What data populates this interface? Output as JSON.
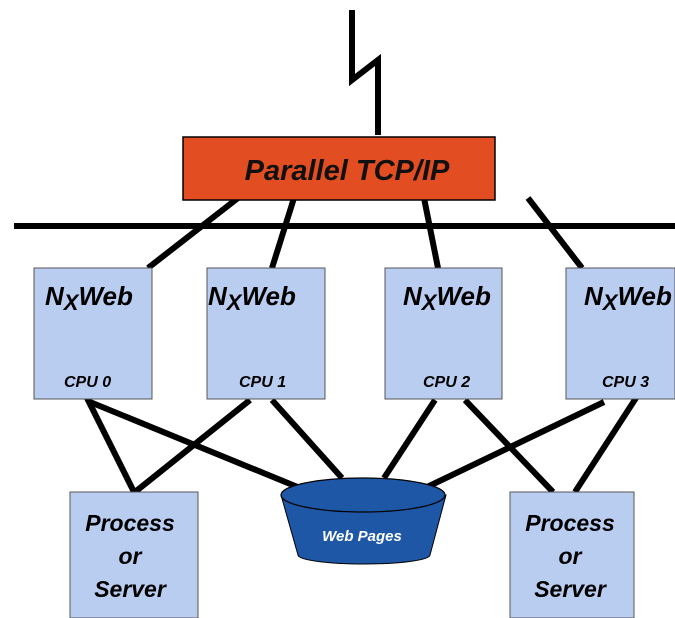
{
  "tcp": {
    "label": "Parallel TCP/IP"
  },
  "nodes": [
    {
      "title_main": "N",
      "title_sub": "X",
      "title_rest": "Web",
      "cpu": "CPU 0"
    },
    {
      "title_main": "N",
      "title_sub": "X",
      "title_rest": "Web",
      "cpu": "CPU 1"
    },
    {
      "title_main": "N",
      "title_sub": "X",
      "title_rest": "Web",
      "cpu": "CPU 2"
    },
    {
      "title_main": "N",
      "title_sub": "X",
      "title_rest": "Web",
      "cpu": "CPU 3"
    }
  ],
  "servers": [
    {
      "lines": [
        "Process",
        "or",
        "Server"
      ]
    },
    {
      "lines": [
        "Process",
        "or",
        "Server"
      ]
    }
  ],
  "database": {
    "label": "Web Pages"
  },
  "colors": {
    "tcp_fill": "#e24e22",
    "node_fill": "#b9cdf1",
    "db_fill": "#1f57a7",
    "line": "#000000"
  }
}
